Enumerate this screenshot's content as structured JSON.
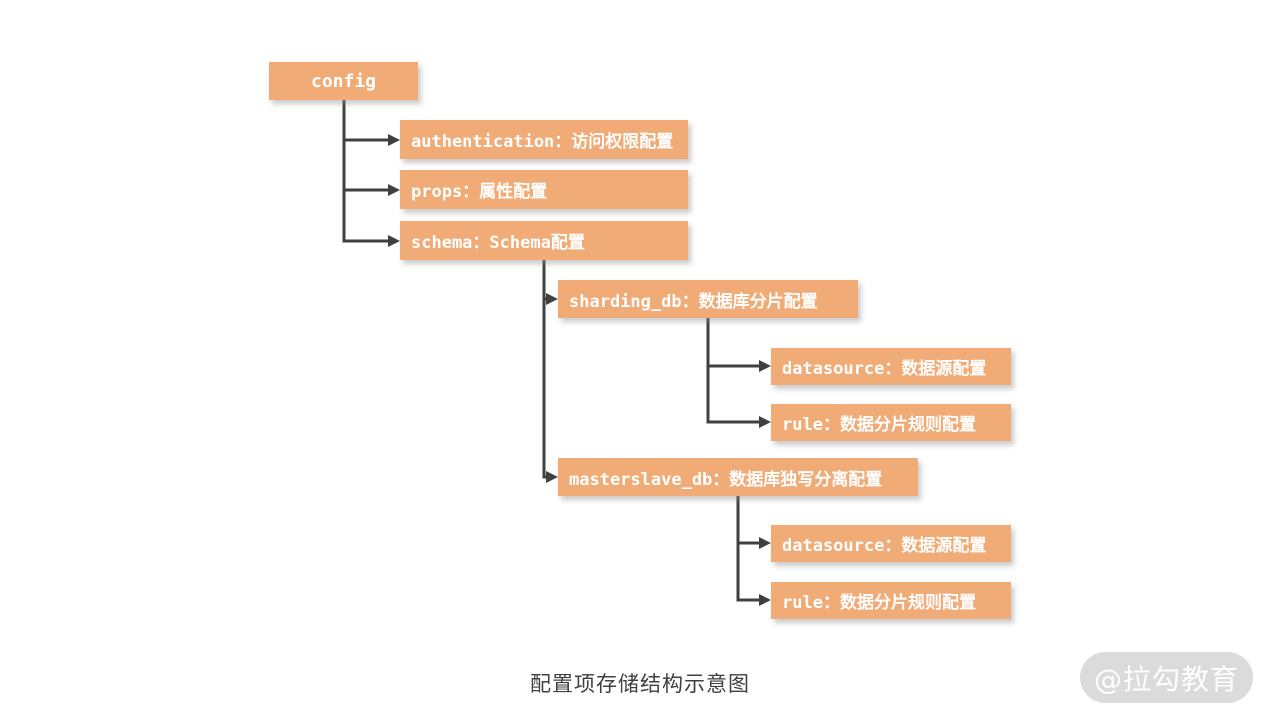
{
  "caption": "配置项存储结构示意图",
  "watermark": "@拉勾教育",
  "colors": {
    "node_fill": "#F0AB77",
    "node_text": "#FFFFFF",
    "connector": "#404040",
    "caption_text": "#404040",
    "watermark_bg": "#DBDBDB",
    "watermark_text": "#FFFFFF"
  },
  "diagram": {
    "type": "tree",
    "root": "config",
    "nodes": {
      "config": {
        "label": "config",
        "children": [
          "authentication",
          "props",
          "schema"
        ]
      },
      "authentication": {
        "label": "authentication：访问权限配置",
        "children": []
      },
      "props": {
        "label": "props：属性配置",
        "children": []
      },
      "schema": {
        "label": "schema：Schema配置",
        "children": [
          "sharding_db",
          "masterslave_db"
        ]
      },
      "sharding_db": {
        "label": "sharding_db：数据库分片配置",
        "children": [
          "sharding_datasource",
          "sharding_rule"
        ]
      },
      "sharding_datasource": {
        "label": "datasource：数据源配置",
        "children": []
      },
      "sharding_rule": {
        "label": "rule：数据分片规则配置",
        "children": []
      },
      "masterslave_db": {
        "label": "masterslave_db：数据库独写分离配置",
        "children": [
          "masterslave_datasource",
          "masterslave_rule"
        ]
      },
      "masterslave_datasource": {
        "label": "datasource：数据源配置",
        "children": []
      },
      "masterslave_rule": {
        "label": "rule：数据分片规则配置",
        "children": []
      }
    }
  }
}
